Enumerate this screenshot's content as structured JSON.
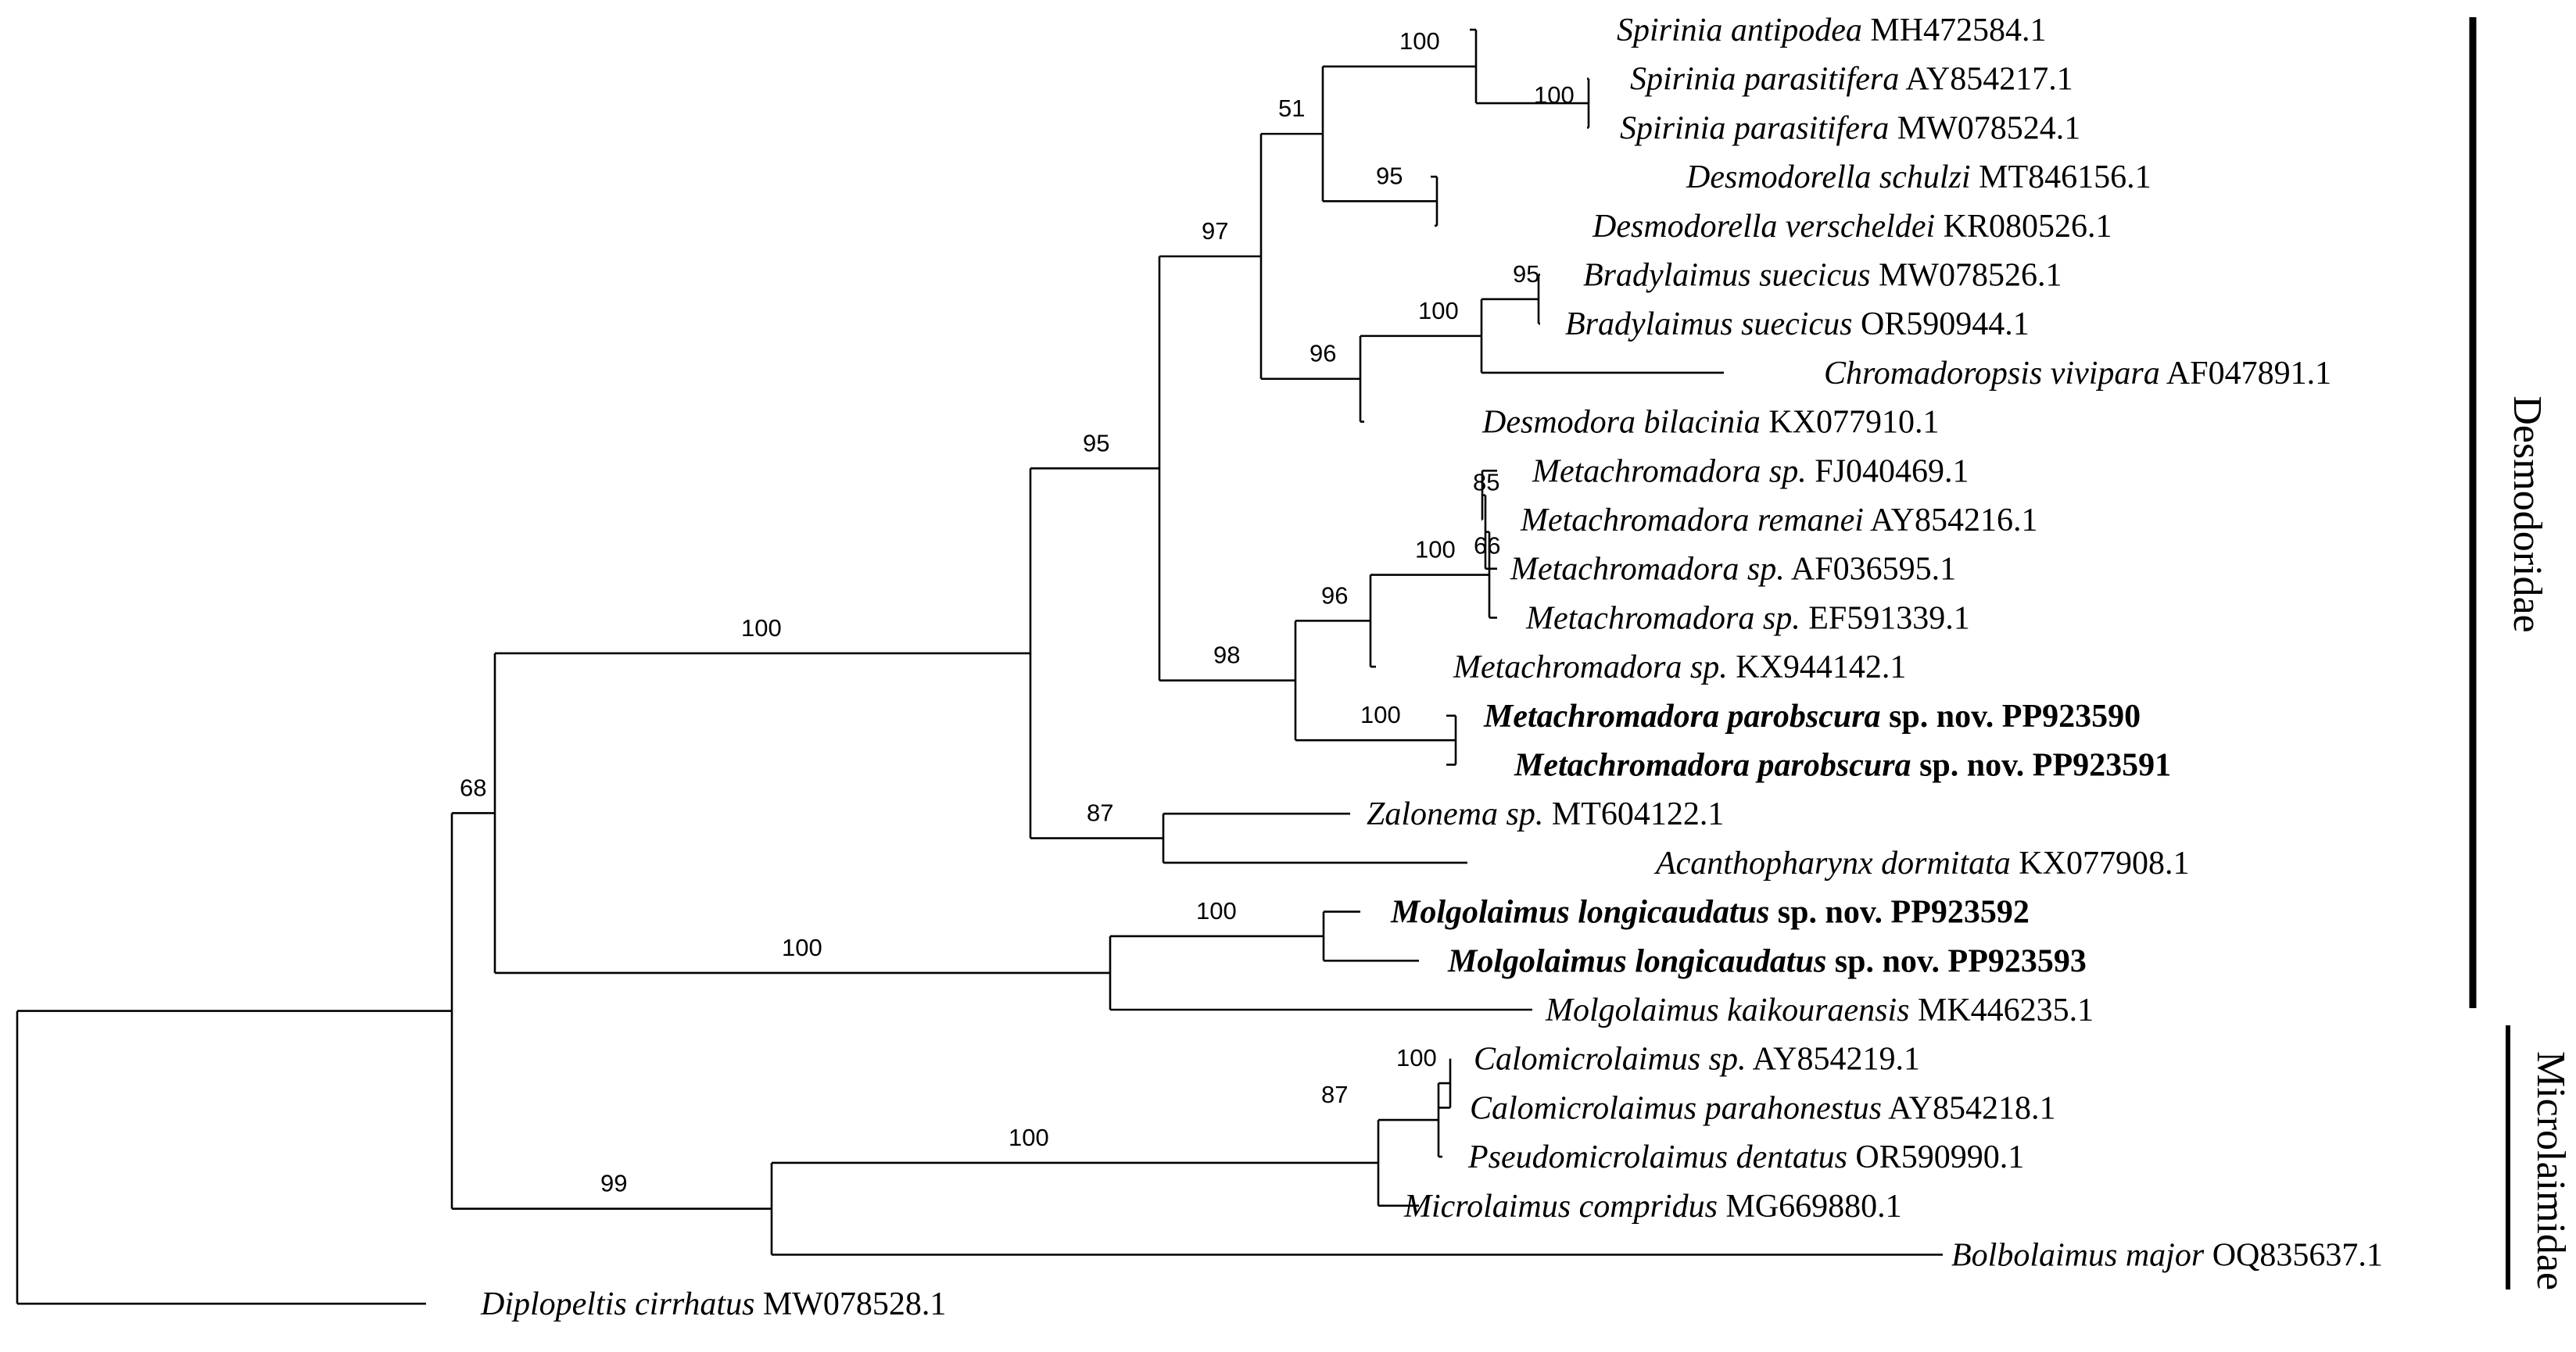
{
  "leaves": [
    {
      "species": "Spirinia antipodea",
      "rest": " MH472584.1",
      "bold": false
    },
    {
      "species": "Spirinia parasitifera",
      "rest": " AY854217.1",
      "bold": false
    },
    {
      "species": "Spirinia parasitifera",
      "rest": " MW078524.1",
      "bold": false
    },
    {
      "species": "Desmodorella schulzi",
      "rest": " MT846156.1",
      "bold": false
    },
    {
      "species": "Desmodorella verscheldei",
      "rest": " KR080526.1",
      "bold": false
    },
    {
      "species": "Bradylaimus suecicus",
      "rest": " MW078526.1",
      "bold": false
    },
    {
      "species": "Bradylaimus suecicus",
      "rest": " OR590944.1",
      "bold": false
    },
    {
      "species": "Chromadoropsis vivipara",
      "rest": " AF047891.1",
      "bold": false
    },
    {
      "species": "Desmodora bilacinia",
      "rest": " KX077910.1",
      "bold": false
    },
    {
      "species": "Metachromadora sp.",
      "rest": " FJ040469.1",
      "bold": false
    },
    {
      "species": "Metachromadora remanei",
      "rest": " AY854216.1",
      "bold": false
    },
    {
      "species": "Metachromadora sp.",
      "rest": " AF036595.1",
      "bold": false
    },
    {
      "species": "Metachromadora sp.",
      "rest": " EF591339.1",
      "bold": false
    },
    {
      "species": "Metachromadora sp.",
      "rest": " KX944142.1",
      "bold": false
    },
    {
      "species": "Metachromadora parobscura",
      "rest": " sp. nov. PP923590",
      "bold": true
    },
    {
      "species": "Metachromadora parobscura",
      "rest": " sp. nov. PP923591",
      "bold": true
    },
    {
      "species": "Zalonema sp.",
      "rest": " MT604122.1",
      "bold": false
    },
    {
      "species": "Acanthopharynx dormitata",
      "rest": " KX077908.1",
      "bold": false
    },
    {
      "species": "Molgolaimus longicaudatus",
      "rest": " sp. nov. PP923592",
      "bold": true
    },
    {
      "species": "Molgolaimus longicaudatus",
      "rest": " sp. nov. PP923593",
      "bold": true
    },
    {
      "species": "Molgolaimus kaikouraensis",
      "rest": " MK446235.1",
      "bold": false
    },
    {
      "species": "Calomicrolaimus sp.",
      "rest": " AY854219.1",
      "bold": false
    },
    {
      "species": "Calomicrolaimus parahonestus",
      "rest": " AY854218.1",
      "bold": false
    },
    {
      "species": "Pseudomicrolaimus dentatus",
      "rest": " OR590990.1",
      "bold": false
    },
    {
      "species": "Microlaimus compridus",
      "rest": " MG669880.1",
      "bold": false
    },
    {
      "species": "Bolbolaimus major",
      "rest": " OQ835637.1",
      "bold": false
    },
    {
      "species": "Diplopeltis cirrhatus",
      "rest": " MW078528.1",
      "bold": false
    }
  ],
  "bootstrap": [
    "100",
    "100",
    "51",
    "95",
    "97",
    "95",
    "100",
    "96",
    "95",
    "85",
    "66",
    "100",
    "96",
    "98",
    "100",
    "87",
    "100",
    "100",
    "100",
    "68",
    "100",
    "87",
    "100",
    "99"
  ],
  "families": [
    {
      "name": "Desmodoridae"
    },
    {
      "name": "Microlaimidae"
    }
  ],
  "colors": {
    "line": "#000000",
    "background": "#ffffff"
  }
}
